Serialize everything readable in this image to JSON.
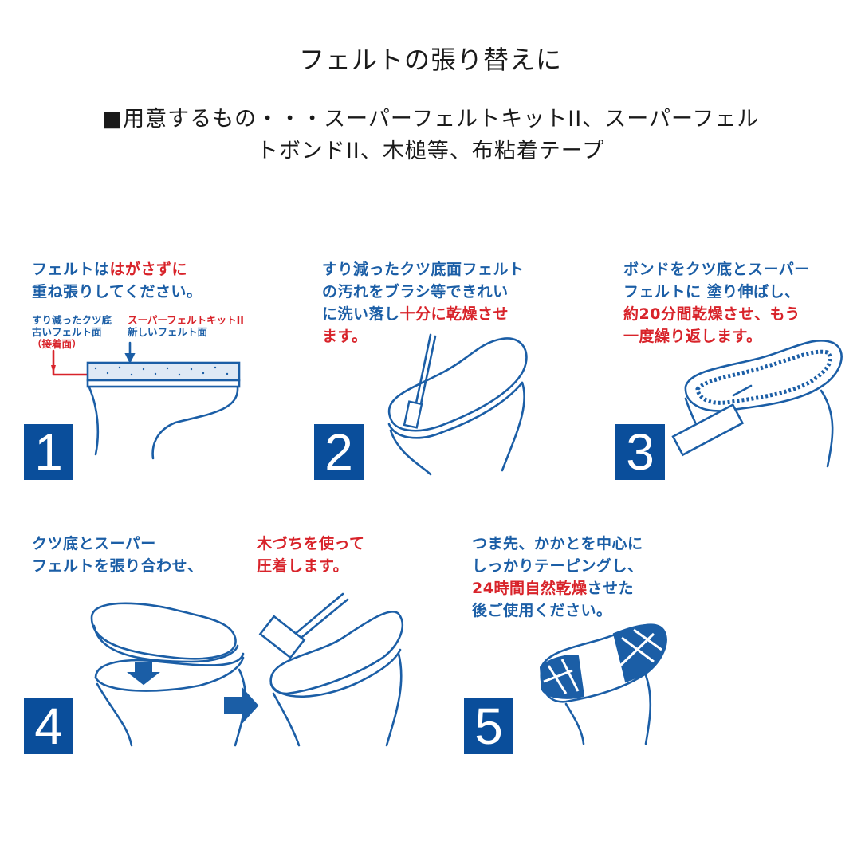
{
  "title": "フェルトの張り替えに",
  "requirements": {
    "line1": "■用意するもの・・・スーパーフェルトキットII、スーパーフェル",
    "line2": "トボンドII、木槌等、布粘着テープ"
  },
  "steps": [
    {
      "number": "1",
      "caption_blue_1": "フェルトは",
      "caption_red_1": "はがさずに",
      "caption_blue_2": "重ね張りしてください。",
      "label_old_1": "すり減ったクツ底",
      "label_old_2": "古いフェルト面",
      "label_old_3": "（接着面）",
      "label_new_1": "スーパーフェルトキットII",
      "label_new_2": "新しいフェルト面"
    },
    {
      "number": "2",
      "caption_1": "すり減ったクツ底面フェルト",
      "caption_2": "の汚れをブラシ等できれい",
      "caption_3_blue": "に洗い落し",
      "caption_3_red": "十分に乾燥させ",
      "caption_4_red": "ます。"
    },
    {
      "number": "3",
      "caption_1": "ボンドをクツ底とスーパー",
      "caption_2": "フェルトに 塗り伸ばし、",
      "caption_3_red": "約20分間乾燥させ、もう",
      "caption_4_red": "一度繰り返します。"
    },
    {
      "number": "4",
      "caption_1": "クツ底とスーパー",
      "caption_2": "フェルトを張り合わせ、",
      "caption_3_red": "木づちを使って",
      "caption_4_red": "圧着します。"
    },
    {
      "number": "5",
      "caption_1": "つま先、かかとを中心に",
      "caption_2": "しっかりテーピングし、",
      "caption_3_red": "24時間自然乾燥",
      "caption_3_blue": "させた",
      "caption_4": "後ご使用ください。"
    }
  ],
  "colors": {
    "blue": "#1b5ea6",
    "badge": "#0a4e9b",
    "red": "#d8232a"
  }
}
